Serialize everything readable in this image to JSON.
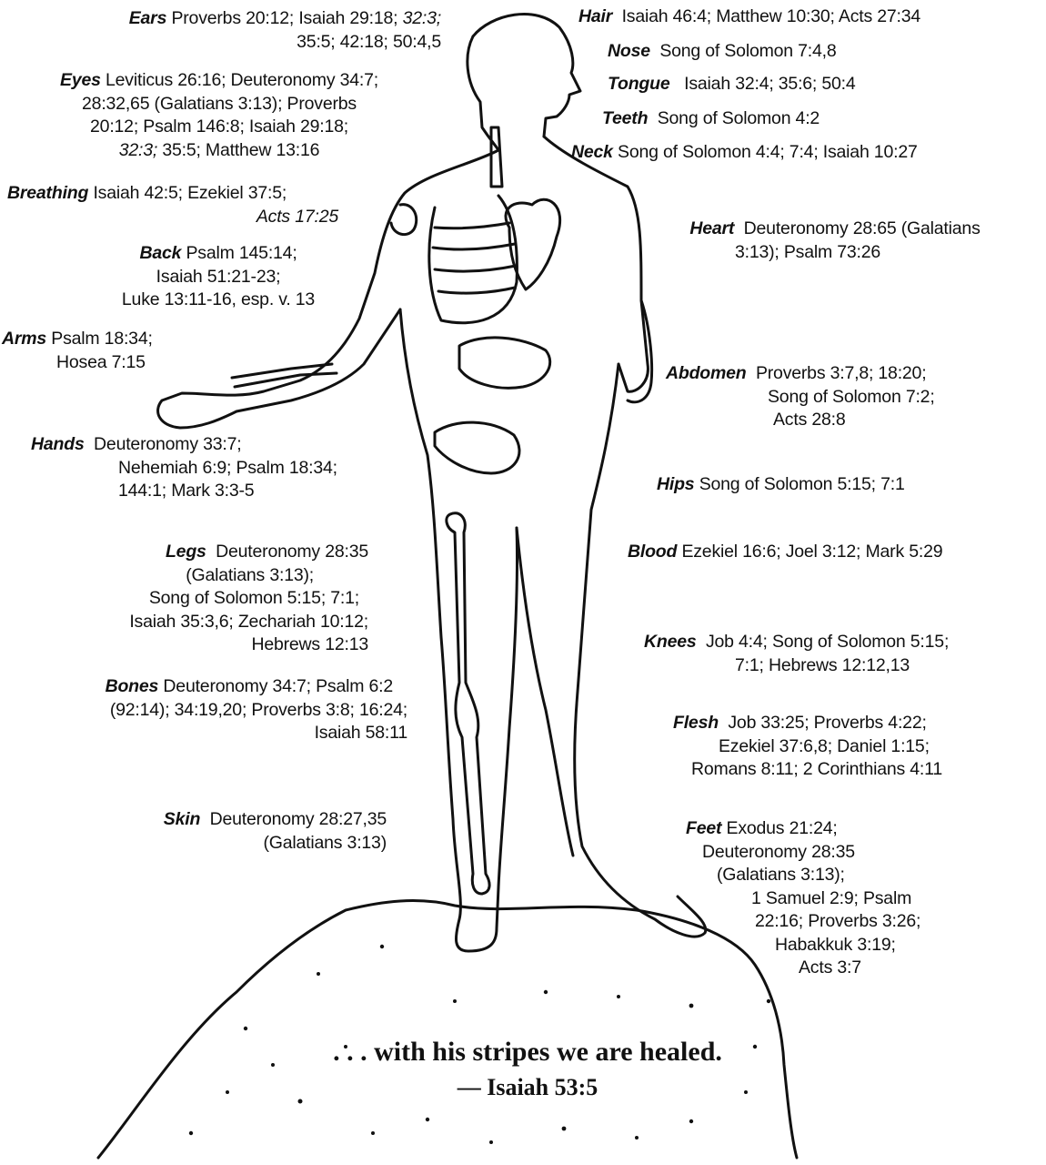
{
  "labels": [
    {
      "id": "ears",
      "part": "Ears",
      "lines": [
        "Proverbs 20:12; Isaiah 29:18; ",
        "35:5; 42:18; 50:4,5"
      ],
      "italic": "32:3;"
    },
    {
      "id": "eyes",
      "part": "Eyes",
      "lines": [
        "Leviticus 26:16; Deuteronomy 34:7;",
        "28:32,65 (Galatians 3:13); Proverbs",
        "20:12; Psalm 146:8; Isaiah 29:18;",
        " 35:5; Matthew 13:16"
      ],
      "italic": "32:3;"
    },
    {
      "id": "breathing",
      "part": "Breathing",
      "lines": [
        "Isaiah 42:5; Ezekiel 37:5;",
        "Acts 17:25"
      ]
    },
    {
      "id": "back",
      "part": "Back",
      "lines": [
        "Psalm 145:14;",
        "Isaiah 51:21-23;",
        "Luke 13:11-16, esp. v. 13"
      ]
    },
    {
      "id": "arms",
      "part": "Arms",
      "lines": [
        "Psalm 18:34;",
        "Hosea 7:15"
      ]
    },
    {
      "id": "hands",
      "part": "Hands",
      "lines": [
        "Deuteronomy 33:7;",
        "Nehemiah 6:9; Psalm 18:34;",
        "144:1; Mark 3:3-5"
      ]
    },
    {
      "id": "legs",
      "part": "Legs",
      "lines": [
        "Deuteronomy 28:35",
        "(Galatians 3:13);",
        "Song of Solomon 5:15; 7:1;",
        "Isaiah 35:3,6; Zechariah 10:12;",
        "Hebrews 12:13"
      ]
    },
    {
      "id": "bones",
      "part": "Bones",
      "lines": [
        "Deuteronomy 34:7; Psalm 6:2",
        "(92:14); 34:19,20; Proverbs 3:8; 16:24;",
        "Isaiah 58:11"
      ]
    },
    {
      "id": "skin",
      "part": "Skin",
      "lines": [
        "Deuteronomy 28:27,35",
        "(Galatians 3:13)"
      ]
    },
    {
      "id": "hair",
      "part": "Hair",
      "lines": [
        "Isaiah 46:4; Matthew 10:30; Acts 27:34"
      ]
    },
    {
      "id": "nose",
      "part": "Nose",
      "lines": [
        "Song of Solomon 7:4,8"
      ]
    },
    {
      "id": "tongue",
      "part": "Tongue",
      "lines": [
        "Isaiah 32:4; 35:6; 50:4"
      ]
    },
    {
      "id": "teeth",
      "part": "Teeth",
      "lines": [
        "Song of Solomon 4:2"
      ]
    },
    {
      "id": "neck",
      "part": "Neck",
      "lines": [
        "Song of Solomon 4:4; 7:4; Isaiah 10:27"
      ]
    },
    {
      "id": "heart",
      "part": "Heart",
      "lines": [
        "Deuteronomy 28:65 (Galatians",
        "3:13); Psalm 73:26"
      ]
    },
    {
      "id": "abdomen",
      "part": "Abdomen",
      "lines": [
        "Proverbs 3:7,8; 18:20;",
        "Song of Solomon 7:2;",
        "Acts 28:8"
      ]
    },
    {
      "id": "hips",
      "part": "Hips",
      "lines": [
        "Song of Solomon 5:15; 7:1"
      ]
    },
    {
      "id": "blood",
      "part": "Blood",
      "lines": [
        "Ezekiel 16:6; Joel 3:12; Mark 5:29"
      ]
    },
    {
      "id": "knees",
      "part": "Knees",
      "lines": [
        "Job 4:4; Song of Solomon 5:15;",
        "7:1; Hebrews 12:12,13"
      ]
    },
    {
      "id": "flesh",
      "part": "Flesh",
      "lines": [
        "Job 33:25; Proverbs 4:22;",
        "Ezekiel 37:6,8; Daniel 1:15;",
        "Romans 8:11; 2 Corinthians 4:11"
      ]
    },
    {
      "id": "feet",
      "part": "Feet",
      "lines": [
        "Exodus 21:24;",
        "Deuteronomy 28:35",
        "(Galatians 3:13);",
        "1 Samuel 2:9; Psalm",
        "22:16; Proverbs 3:26;",
        "Habakkuk 3:19;",
        "Acts 3:7"
      ]
    }
  ],
  "verse": {
    "quote": ". . . with his stripes we are healed.",
    "reference": "— Isaiah 53:5"
  }
}
